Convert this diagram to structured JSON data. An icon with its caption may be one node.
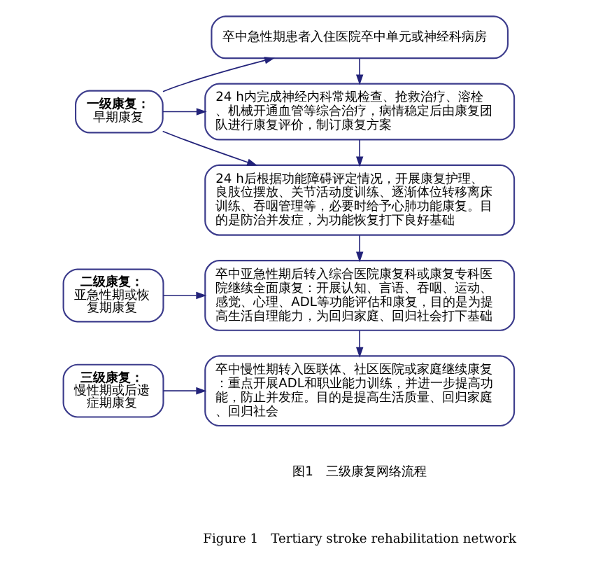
{
  "diagram": {
    "nodes": [
      {
        "text": [
          "一级康复：",
          "早期康复"
        ]
      },
      {
        "text": [
          "卒中急性期患者入住医院卒中单元或神经科病房"
        ]
      },
      {
        "text": [
          "24 h内完成神经内科常规检查、抢救治疗、溶栓、机械开通血管等综合治疗，病情稳定后由康复团队进行康复评价，制订康复方案"
        ]
      },
      {
        "text": [
          "24 h后根据功能障碍评定情况，开展康复护理、良肢位摆放、关节活动度训练、逐渐体位转移离床训练、吞咽管理等，必要时给予心肺功能康复。目的是防治并发症，为功能恢复打下良好基础"
        ]
      },
      {
        "text": [
          "二级康复：",
          "亚急性期或恢复期康复"
        ]
      },
      {
        "text": [
          "卒中亚急性期后转入综合医院康复科或康复专科医院继续全面康复：开展认知、言语、吞咽、运动、感觉、心理、ADL等功能评估和康复，目的是为提高生活自理能力，为回归家庭、回归社会打下基础"
        ]
      },
      {
        "text": [
          "三级康复：",
          "慢性期或后遗症期康复"
        ]
      },
      {
        "text": [
          "卒中慢性期转入医联体、社区医院或家庭继续康复：重点开展ADL和职业能力训练，并进一步提高功能，防止并发症。目的是提高生活质量、回归家庭、回归社会"
        ]
      }
    ],
    "edges": [
      {
        "from": 0,
        "to": 1,
        "arrow": "to"
      },
      {
        "from": 0,
        "to": 2,
        "arrow": "to"
      },
      {
        "from": 0,
        "to": 3,
        "arrow": "to"
      },
      {
        "from": 1,
        "to": 2,
        "arrow": "to"
      },
      {
        "from": 2,
        "to": 3,
        "arrow": "to"
      },
      {
        "from": 3,
        "to": 5,
        "arrow": "to"
      },
      {
        "from": 4,
        "to": 5,
        "arrow": "to"
      },
      {
        "from": 5,
        "to": 7,
        "arrow": "to"
      },
      {
        "from": 6,
        "to": 7,
        "arrow": "to"
      }
    ],
    "labels": [
      "图1　三级康复网络流程",
      "Figure 1　Tertiary stroke rehabilitation network"
    ]
  }
}
